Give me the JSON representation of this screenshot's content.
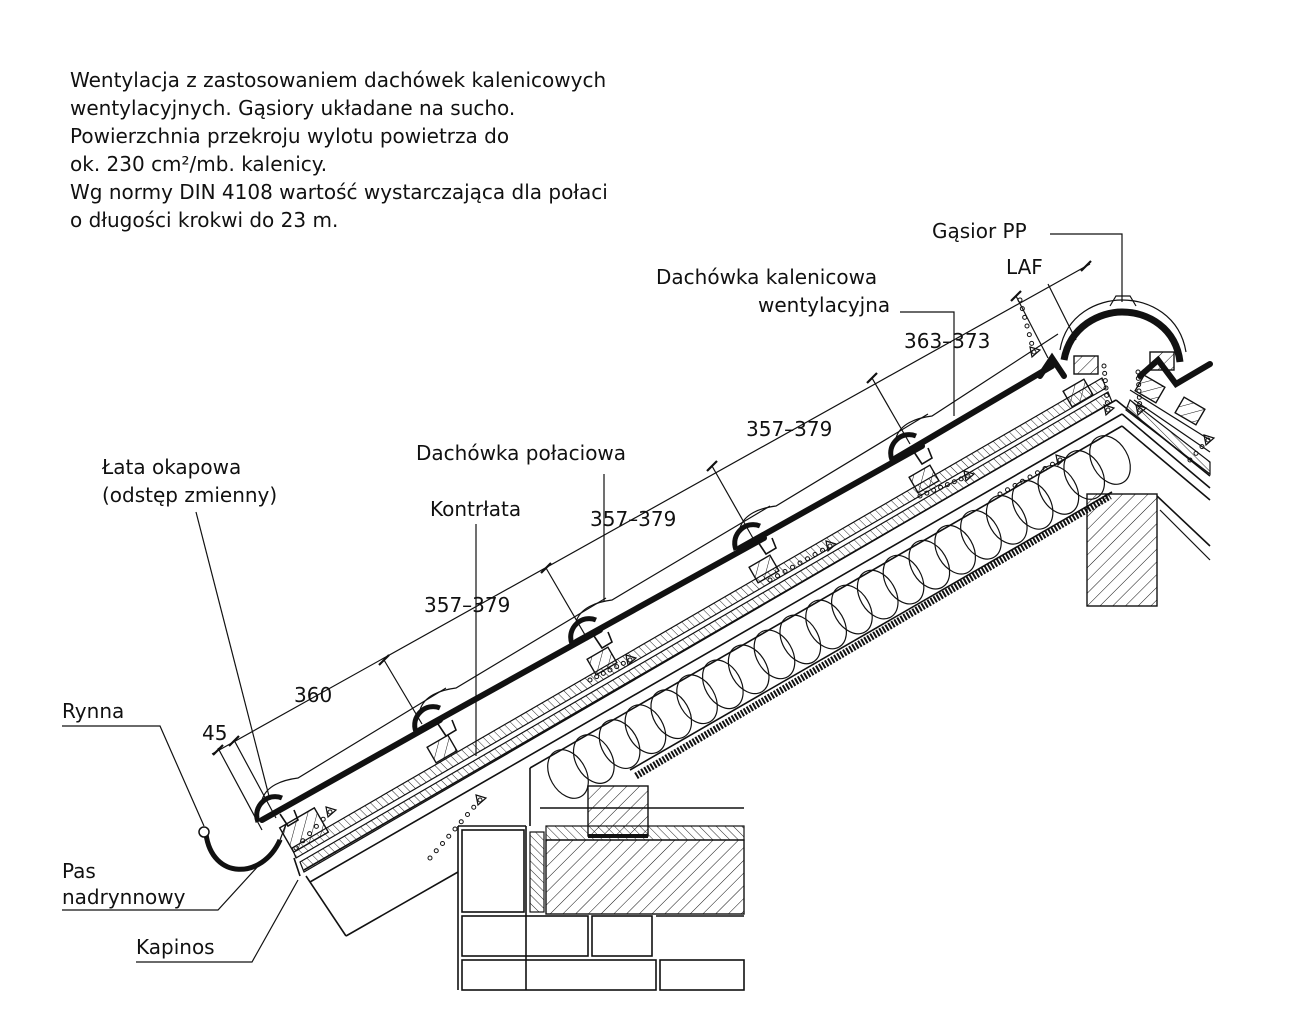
{
  "caption": [
    "Wentylacja z zastosowaniem dachówek kalenicowych",
    "wentylacyjnych. Gąsiory układane na sucho.",
    "Powierzchnia przekroju wylotu powietrza do",
    "ok. 230 cm²/mb. kalenicy.",
    "Wg normy DIN 4108 wartość wystarczająca dla połaci",
    "o długości krokwi do 23 m."
  ],
  "labels": {
    "gasior": "Gąsior PP",
    "laf": "LAF",
    "kalenicowa_1": "Dachówka kalenicowa",
    "kalenicowa_2": "wentylacyjna",
    "polaciowa": "Dachówka połaciowa",
    "kontrlata": "Kontrłata",
    "lata_1": "Łata okapowa",
    "lata_2": "(odstęp zmienny)",
    "rynna": "Rynna",
    "pas_1": "Pas",
    "pas_2": "nadrynnowy",
    "kapinos": "Kapinos"
  },
  "dimensions": {
    "d45": "45",
    "d360": "360",
    "d357a": "357–379",
    "d357b": "357–379",
    "d357c": "357–379",
    "d363": "363–373"
  }
}
